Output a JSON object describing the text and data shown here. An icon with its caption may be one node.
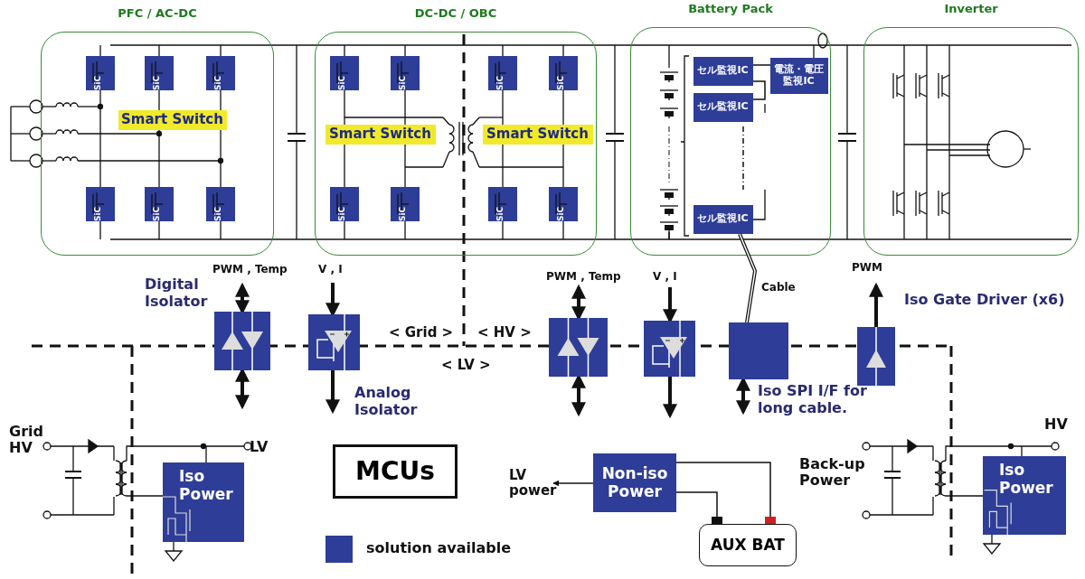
{
  "diagram": {
    "nodes": [
      {
        "text": [
          "PFC / AC-DC"
        ]
      },
      {
        "text": [
          "Smart Switch"
        ],
        "in": 0
      },
      {
        "text": [
          "DC-DC / OBC"
        ]
      },
      {
        "text": [
          "Smart Switch"
        ],
        "in": 2
      },
      {
        "text": [
          "Smart Switch"
        ],
        "in": 2
      },
      {
        "text": [
          "Battery Pack"
        ]
      },
      {
        "text": [
          "セル監視IC"
        ],
        "in": 5
      },
      {
        "text": [
          "セル監視IC"
        ],
        "in": 5
      },
      {
        "text": [
          "セル監視IC"
        ],
        "in": 5
      },
      {
        "text": [
          "電流・電圧監視IC"
        ],
        "in": 5
      },
      {
        "text": [
          "Inverter"
        ]
      },
      {
        "text": [],
        "shape": "box",
        "beside": [
          "Digital Isolator"
        ]
      },
      {
        "text": [],
        "shape": "box",
        "beside": [
          "Analog Isolator"
        ]
      },
      {
        "text": [],
        "shape": "box"
      },
      {
        "text": [],
        "shape": "box"
      },
      {
        "text": [],
        "shape": "box",
        "beside": [
          "Iso SPI I/F for long cable."
        ]
      },
      {
        "text": [],
        "shape": "box",
        "beside": [
          "Iso Gate Driver (x6)"
        ]
      },
      {
        "text": [
          "Iso Power"
        ]
      },
      {
        "text": [
          "MCUs"
        ]
      },
      {
        "text": [
          "Non-iso Power"
        ]
      },
      {
        "text": [
          "AUX BAT"
        ]
      },
      {
        "text": [
          "Iso Power"
        ]
      }
    ],
    "edges": [
      {
        "from": null,
        "to": 11,
        "arrow": "both",
        "label": "PWM , Temp"
      },
      {
        "from": 11,
        "to": null,
        "arrow": "both"
      },
      {
        "from": null,
        "to": 12,
        "arrow": "to",
        "label": "V , I"
      },
      {
        "from": 12,
        "to": null,
        "arrow": "to"
      },
      {
        "from": null,
        "to": 13,
        "arrow": "both",
        "label": "PWM , Temp"
      },
      {
        "from": 13,
        "to": null,
        "arrow": "both"
      },
      {
        "from": null,
        "to": 14,
        "arrow": "to",
        "label": "V , I"
      },
      {
        "from": 14,
        "to": null,
        "arrow": "to"
      },
      {
        "from": 8,
        "to": 15,
        "arrow": "none",
        "label": "Cable"
      },
      {
        "from": 15,
        "to": null,
        "arrow": "both"
      },
      {
        "from": 16,
        "to": null,
        "arrow": "to",
        "label": "PWM"
      },
      {
        "from": 19,
        "to": null,
        "arrow": "to",
        "label": "LV power"
      },
      {
        "from": 19,
        "to": 20,
        "arrow": "other"
      },
      {
        "from": 19,
        "to": 20,
        "arrow": "other"
      },
      {
        "from": 6,
        "to": 9,
        "arrow": "none"
      },
      {
        "from": 6,
        "to": 7,
        "arrow": "none"
      }
    ],
    "labels": [
      "SiC",
      "SiC",
      "SiC",
      "SiC",
      "SiC",
      "SiC",
      "SiC",
      "SiC",
      "SiC",
      "SiC",
      "SiC",
      "SiC",
      "SiC",
      "SiC",
      "< Grid >",
      "< HV >",
      "< LV >",
      "Grid HV",
      "LV",
      "HV",
      "Back-up Power"
    ],
    "legend": [
      {
        "text": "solution available",
        "color": "#2e3d97"
      }
    ]
  }
}
